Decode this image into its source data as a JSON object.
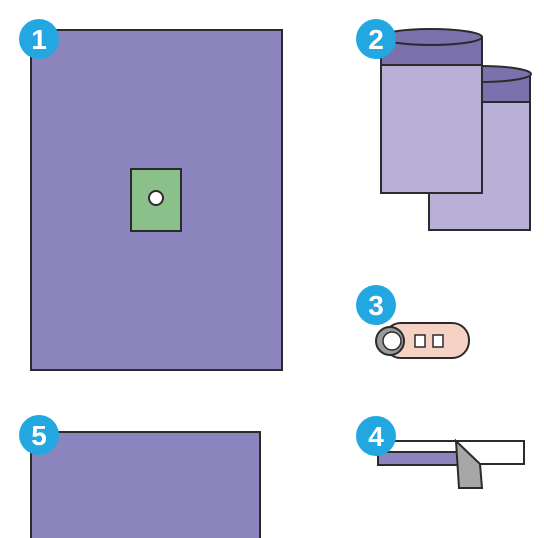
{
  "colors": {
    "purple": "#8c84bd",
    "purple_light": "#b8b0d6",
    "purple_dark": "#7b72ad",
    "green": "#8cc08b",
    "peach": "#f6d2c4",
    "grey": "#a7a7a7",
    "badge": "#22a7e1",
    "outline": "#2b2b2b"
  },
  "badges": [
    {
      "label": "1"
    },
    {
      "label": "2"
    },
    {
      "label": "3"
    },
    {
      "label": "4"
    },
    {
      "label": "5"
    }
  ]
}
